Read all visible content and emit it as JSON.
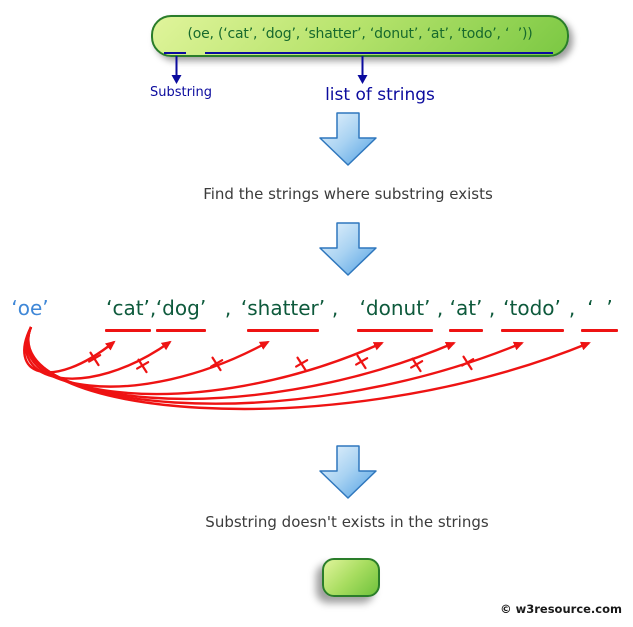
{
  "header_box": {
    "text": "(oe, (‘cat’, ‘dog’, ‘shatter’, ‘donut’, ‘at’, ‘todo’, ‘  ’))",
    "substring_label": "Substring",
    "list_label": "list of strings"
  },
  "captions": {
    "step": "Find the strings where substring exists",
    "result": "Substring doesn't exists in the strings"
  },
  "match_row": {
    "substring": "‘oe’",
    "separator": ",",
    "words": [
      "‘cat’",
      "‘dog’",
      "‘shatter’",
      "‘donut’",
      "‘at’",
      "‘todo’",
      "‘  ’"
    ]
  },
  "watermark": "© w3resource.com",
  "colors": {
    "box_border": "#2a7d2a",
    "box_text": "#176a2d",
    "navy": "#0b0b9e",
    "substring_blue": "#3f87d7",
    "word_green": "#0e5a3c",
    "no_match_red": "#ee1313",
    "flow_arrow_blue": "#4f9fe3",
    "caption_gray": "#3c3c3c"
  }
}
